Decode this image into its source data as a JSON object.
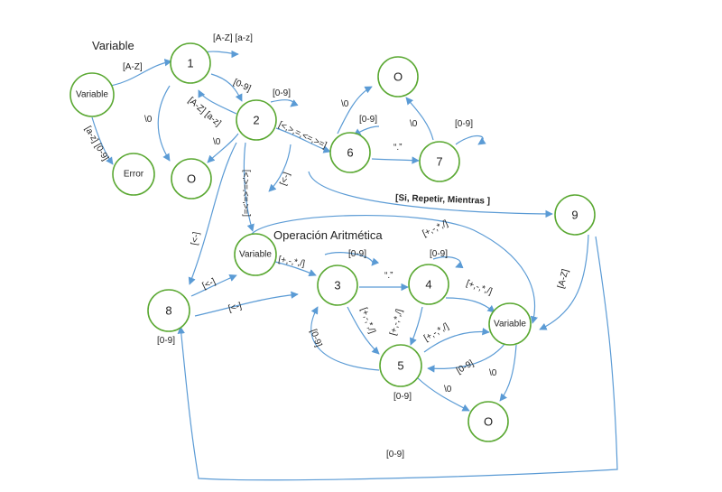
{
  "titles": {
    "variable": "Variable",
    "operacion": "Operación Aritmética"
  },
  "nodes": {
    "variable_start": "Variable",
    "n1": "1",
    "n2": "2",
    "error": "Error",
    "o_a": "O",
    "o_b": "O",
    "n6": "6",
    "n7": "7",
    "n9": "9",
    "variable_mid": "Variable",
    "n8": "8",
    "n3": "3",
    "n4": "4",
    "variable_right": "Variable",
    "n5": "5",
    "o_c": "O"
  },
  "edges": {
    "var_to_1": "[A-Z]",
    "loop_1": "[A-Z] [a-z]",
    "one_to_2": "[0-9]",
    "two_to_1": "[A-Z] [a-z]",
    "loop_2": "[0-9]",
    "one_to_o": "\\0",
    "var_to_error": "[a-z] [0-9]",
    "two_to_o": "\\0",
    "two_to_6": "[<,>,=,<=,>=]",
    "six_to_o": "\\0",
    "loop_6": "[0-9]",
    "six_to_7": "“.”",
    "seven_to_o": "\\0",
    "loop_7": "[0-9]",
    "two_to_var_mid": "[=<'=>'=<'>]",
    "two_to_var_mid_b": "[<-]",
    "two_to_8": "[<-]",
    "two_to_9": "[Si, Repetir, Mientras ]",
    "var_mid_to_right": "[+,-,*,/]",
    "eight_to_var_mid": "[<-]",
    "var_mid_to_3": "[+,-,*,/]",
    "eight_to_3": "[<-]",
    "loop_3": "[0-9]",
    "three_to_4": "“.”",
    "loop_4": "[0-9]",
    "four_to_var_right": "[+,-,*,/]",
    "three_to_5": "[+,-,*,/]",
    "four_to_5": "[+,-,*,/]",
    "five_to_var_right": "[+,-,*,/]",
    "var_right_to_5": "[0-9]",
    "five_to_3": "[0-9]",
    "five_to_o": "\\0",
    "var_right_to_o": "\\0",
    "nine_to_var_right": "[A-Z]",
    "loop_8": "[0-9]",
    "loop_5": "[0-9]",
    "nine_to_8": "[0-9]"
  },
  "colors": {
    "node_stroke": "#5aa832",
    "edge_stroke": "#5b9bd5"
  }
}
